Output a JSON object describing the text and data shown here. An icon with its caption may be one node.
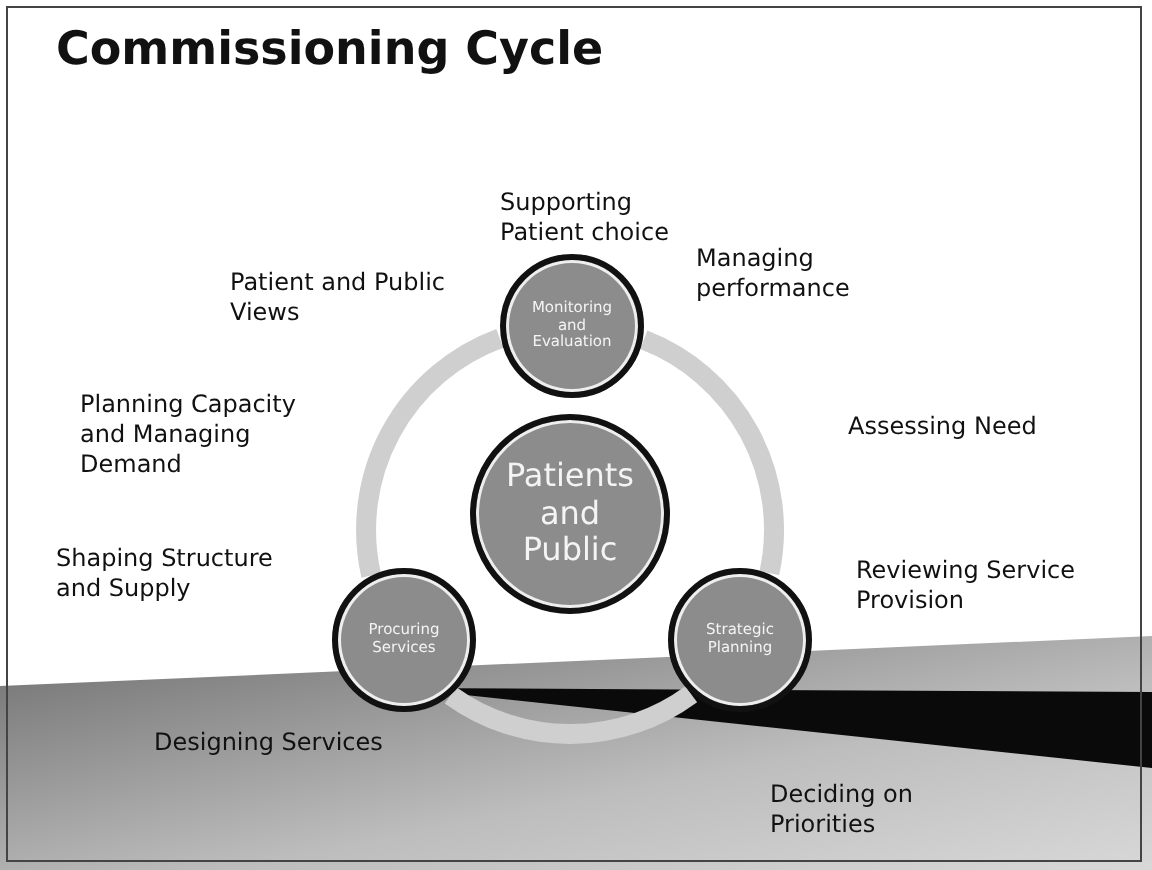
{
  "diagram": {
    "title": "Commissioning Cycle",
    "nodes": [
      {
        "text": [
          "Monitoring and Evaluation"
        ]
      },
      {
        "text": [
          "Patients and Public"
        ]
      },
      {
        "text": [
          "Procuring Services"
        ]
      },
      {
        "text": [
          "Strategic Planning"
        ]
      }
    ],
    "edges": [
      {
        "from": 0,
        "to": 3,
        "arrow": "none"
      },
      {
        "from": 3,
        "to": 2,
        "arrow": "none"
      },
      {
        "from": 2,
        "to": 0,
        "arrow": "none"
      }
    ],
    "labels": [
      "Supporting Patient choice",
      "Patient and Public Views",
      "Managing performance",
      "Planning Capacity and Managing Demand",
      "Assessing Need",
      "Shaping Structure and Supply",
      "Reviewing Service Provision",
      "Designing Services",
      "Deciding on Priorities"
    ]
  }
}
